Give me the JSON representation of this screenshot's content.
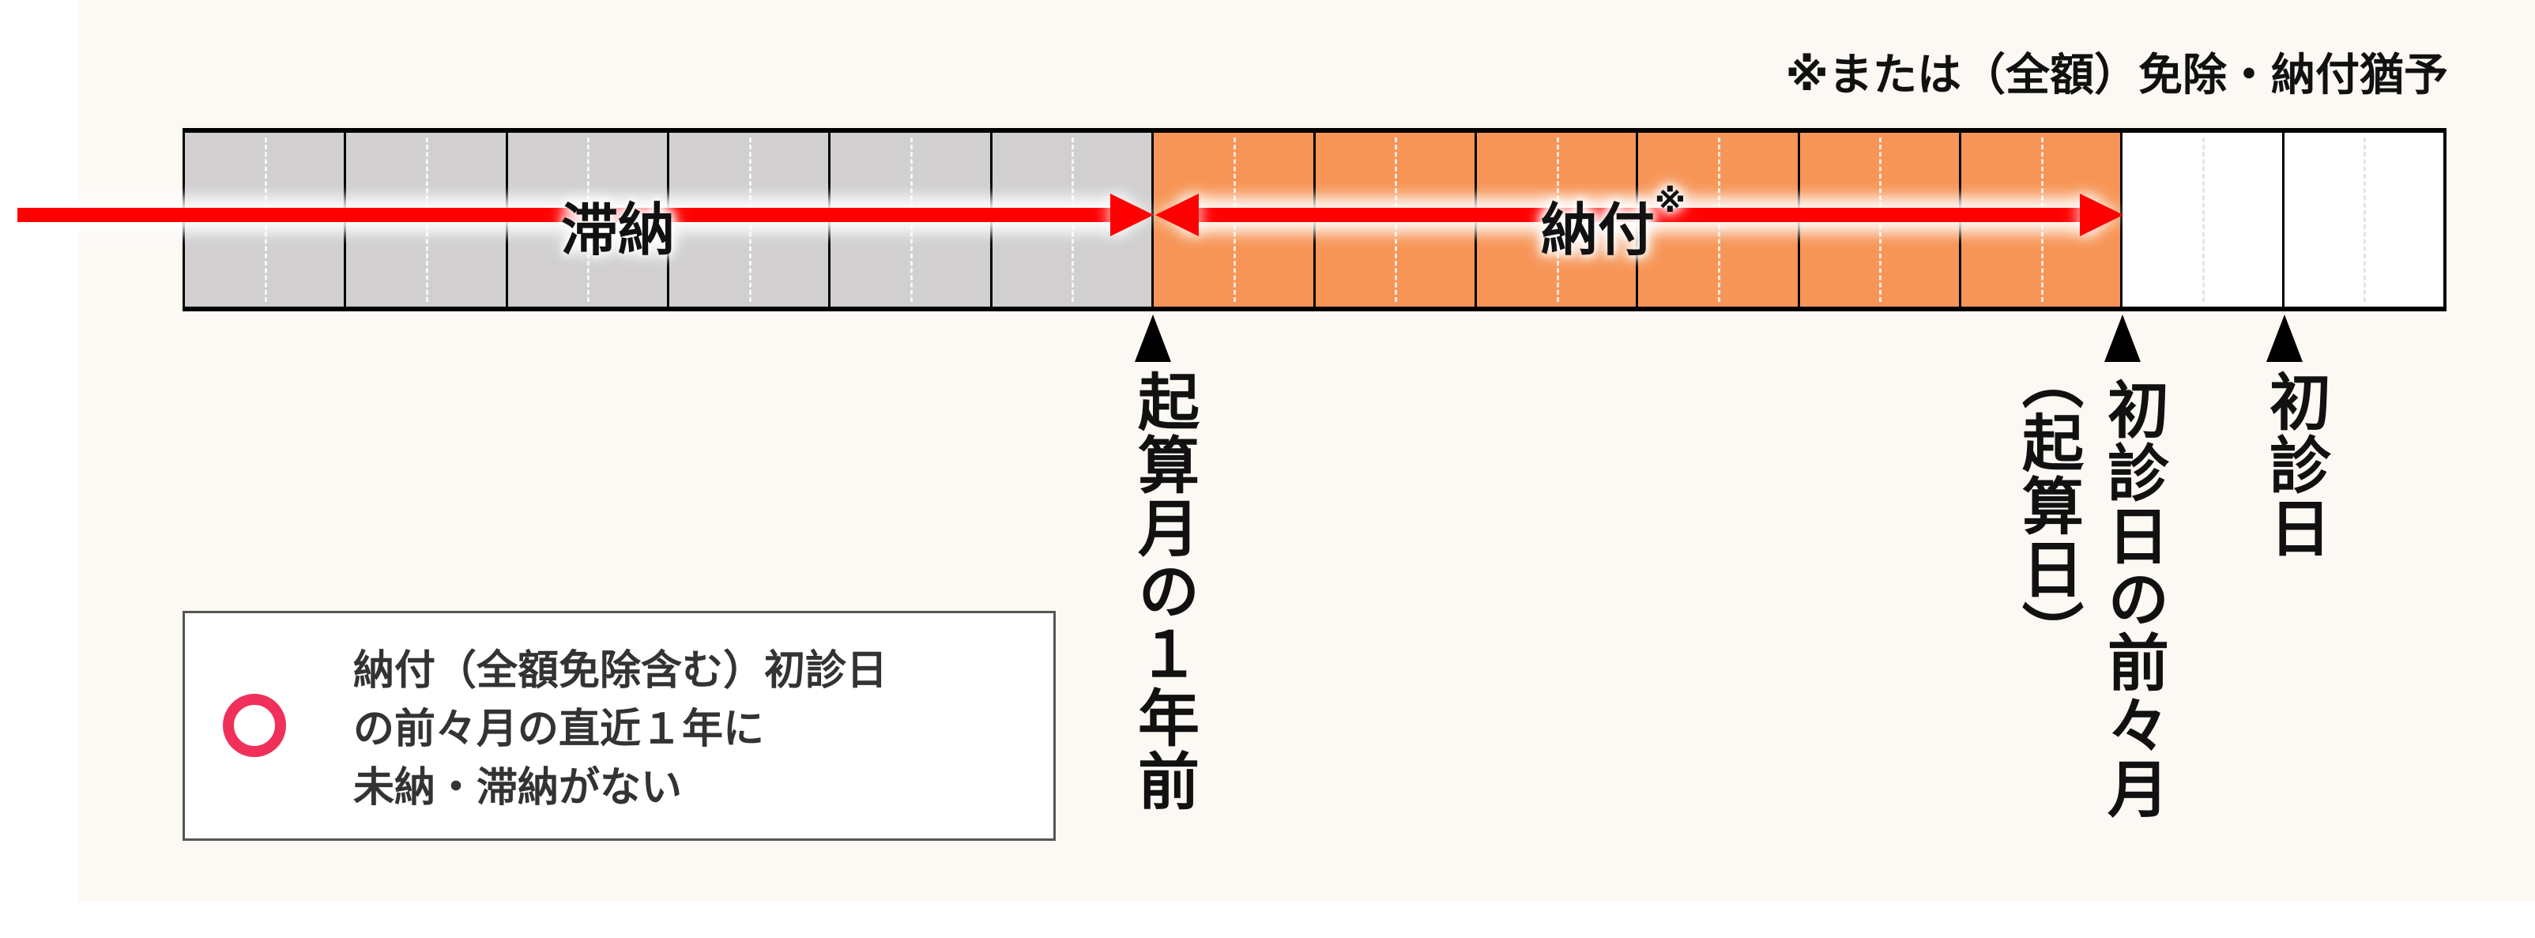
{
  "note": "※または（全額）免除・納付猶予",
  "timeline": {
    "cells": [
      "delinquent",
      "delinquent",
      "delinquent",
      "delinquent",
      "delinquent",
      "delinquent",
      "paid",
      "paid",
      "paid",
      "paid",
      "paid",
      "paid",
      "future",
      "future"
    ],
    "colors": {
      "delinquent": "#d1cfd0",
      "paid": "#f79557",
      "future": "#ffffff",
      "arrow": "#ff0000"
    },
    "delinquent_label": "滞納",
    "paid_label": "納付",
    "paid_label_mark": "※"
  },
  "markers": {
    "start": "起算月の１年前",
    "prior": "初診日の前々月",
    "prior_note": "（起算日）",
    "first_visit": "初診日"
  },
  "legend": {
    "symbol": "circle",
    "symbol_color": "#f0305a",
    "lines": [
      "納付（全額免除含む）初診日",
      "の前々月の直近１年に",
      "未納・滞納がない"
    ]
  }
}
